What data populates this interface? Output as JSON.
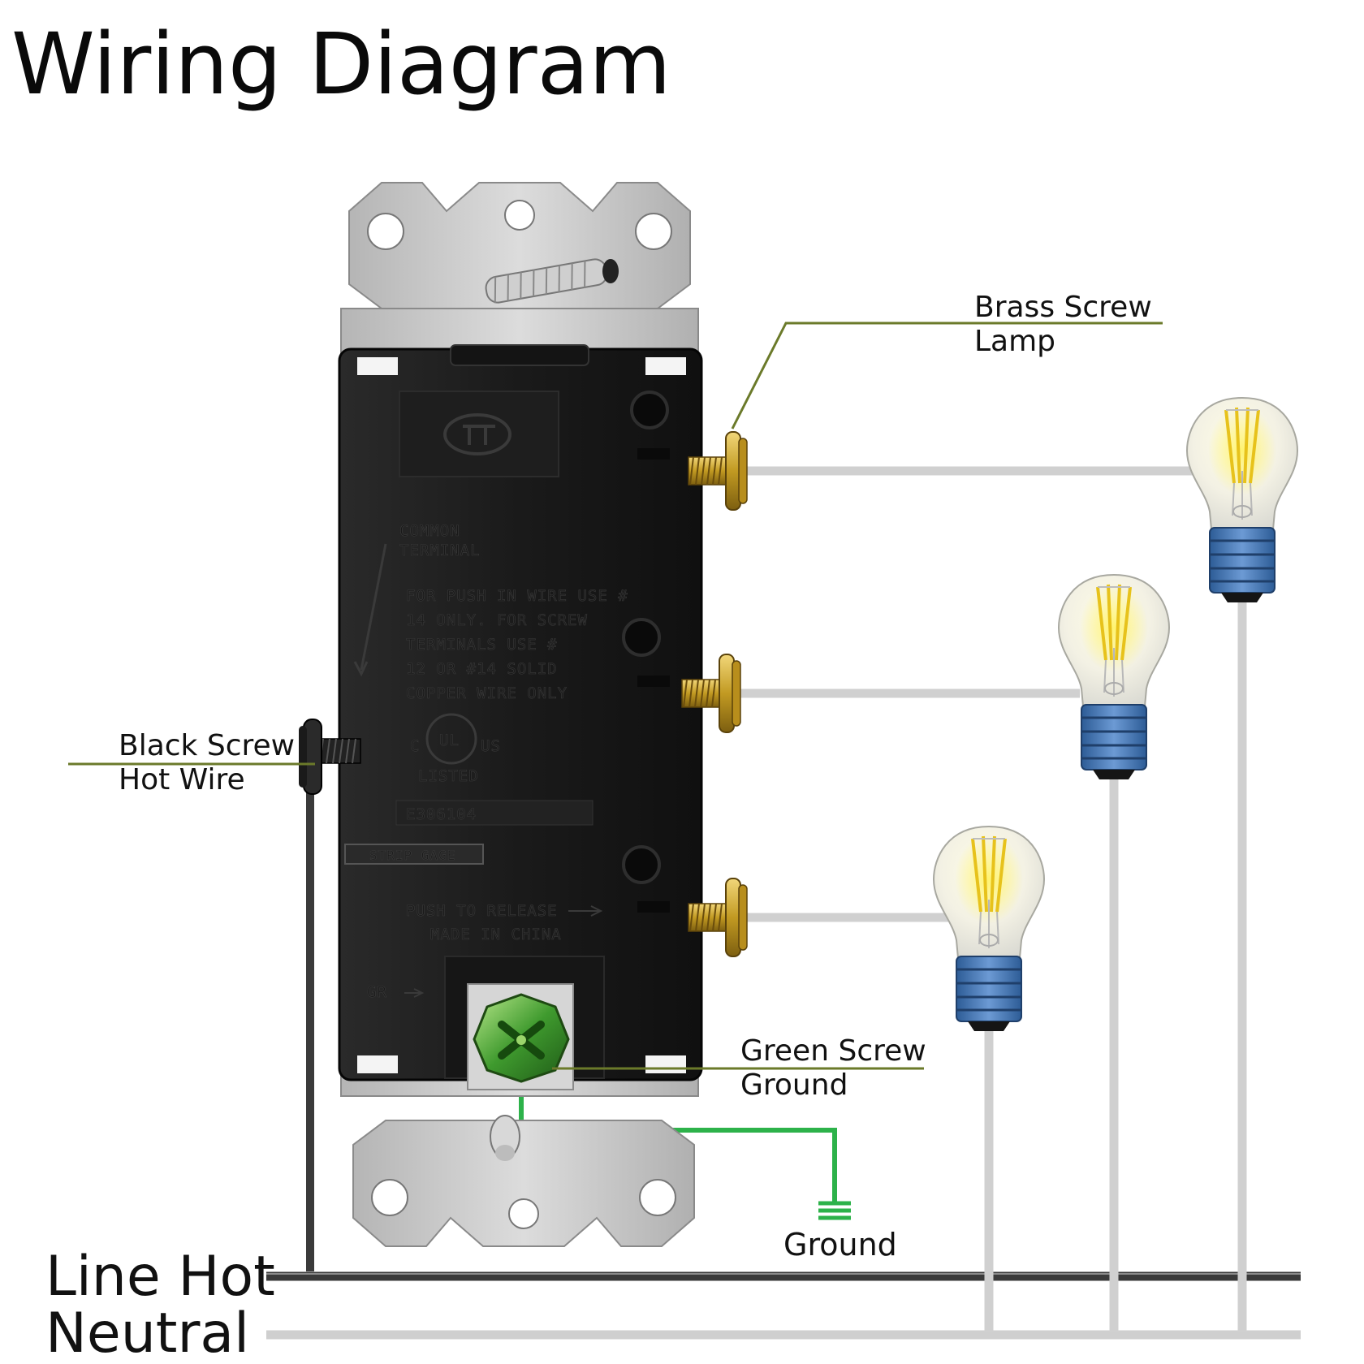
{
  "title": "Wiring Diagram",
  "labels": {
    "brass_screw": "Brass Screw",
    "lamp": "Lamp",
    "black_screw": "Black Screw",
    "hot_wire": "Hot Wire",
    "green_screw": "Green Screw",
    "ground_screw_sub": "Ground",
    "ground_symbol": "Ground",
    "line_hot": "Line Hot",
    "neutral": "Neutral"
  },
  "switch_embossing": {
    "common_terminal": [
      "COMMON",
      "TERMINAL"
    ],
    "instructions": [
      "FOR PUSH IN WIRE USE #",
      "14 ONLY. FOR SCREW",
      "TERMINALS USE #",
      "12 OR #14 SOLID",
      "COPPER WIRE ONLY"
    ],
    "ul_c": "C",
    "ul_us": "US",
    "ul_mark": "UL",
    "listed": "LISTED",
    "file_number": "E306104",
    "strip_gauge": "STRIP GAGE",
    "push_release": "PUSH TO RELEASE",
    "made_in": "MADE IN CHINA",
    "gr": "GR"
  },
  "colors": {
    "leader_line": "#6b7a2a",
    "ground_wire": "#2db24a",
    "line_hot_wire": "#3a3a3a",
    "neutral_wire": "#cfcfcf",
    "switch_body": "#1c1c1c",
    "mount_plate": "#c8c8c8",
    "brass": "#c9a227",
    "bulb_base": "#4a7fc0"
  },
  "icons": [
    "screw-icon",
    "bulb-icon",
    "ground-symbol-icon"
  ]
}
